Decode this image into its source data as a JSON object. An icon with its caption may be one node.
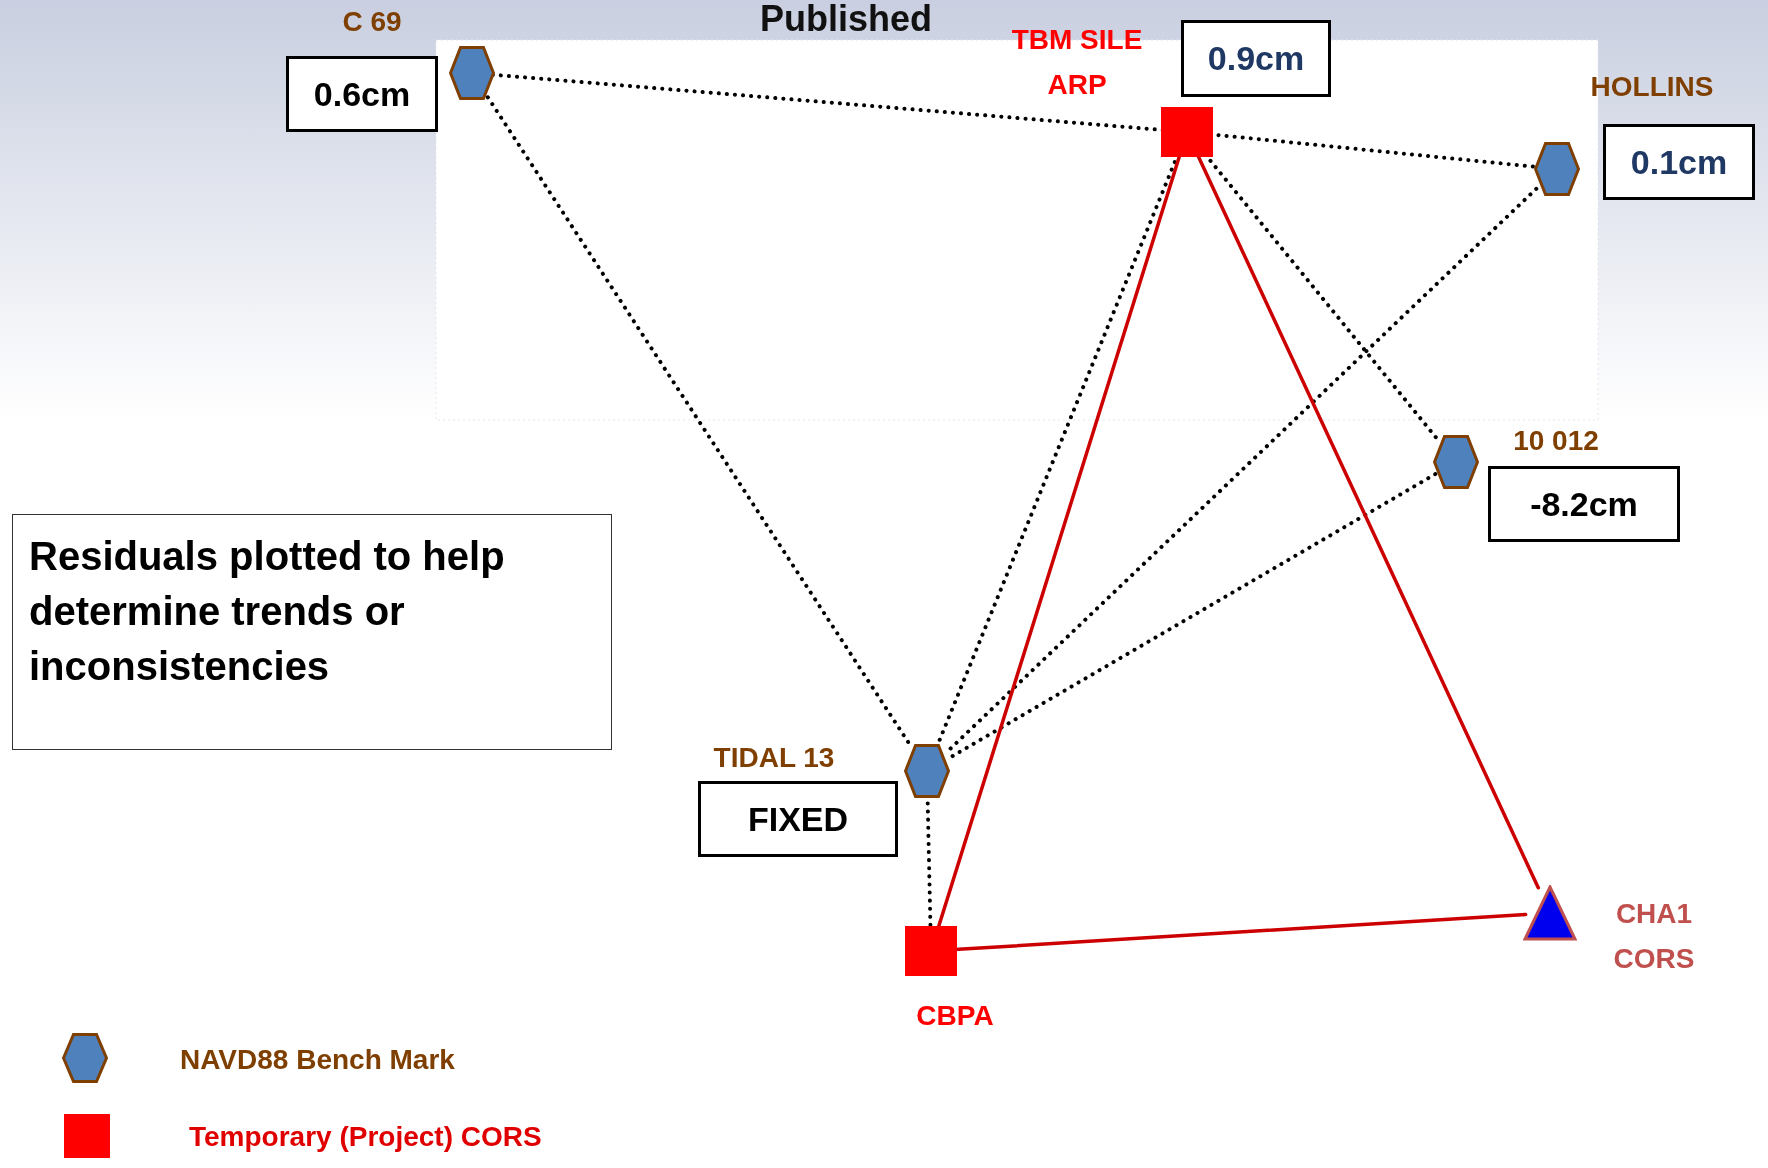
{
  "diagram": {
    "title": "Published",
    "nodes": [
      {
        "text": [],
        "shape": "hexagon"
      },
      {
        "text": [
          "0.6cm"
        ],
        "beside": [
          "C 69"
        ]
      },
      {
        "text": [],
        "shape": "box",
        "beside": [
          "TBM SILE ARP"
        ]
      },
      {
        "text": [
          "0.9cm"
        ]
      },
      {
        "text": [],
        "shape": "hexagon"
      },
      {
        "text": [
          "0.1cm"
        ],
        "beside": [
          "HOLLINS"
        ]
      },
      {
        "text": [],
        "shape": "hexagon"
      },
      {
        "text": [
          "-8.2cm"
        ],
        "beside": [
          "10 012"
        ]
      },
      {
        "text": [],
        "shape": "hexagon"
      },
      {
        "text": [
          "FIXED"
        ],
        "beside": [
          "TIDAL 13"
        ]
      },
      {
        "text": [],
        "shape": "box",
        "beside": [
          "CBPA"
        ]
      },
      {
        "text": [],
        "shape": "triangle",
        "beside": [
          "CHA1 CORS"
        ]
      },
      {
        "text": [
          "Residuals plotted to help determine trends or inconsistencies"
        ]
      }
    ],
    "edges": [
      {
        "from": 0,
        "to": 2,
        "arrow": "none",
        "style": "dashed"
      },
      {
        "from": 0,
        "to": 8,
        "arrow": "none",
        "style": "dashed"
      },
      {
        "from": 2,
        "to": 4,
        "arrow": "none",
        "style": "dashed"
      },
      {
        "from": 2,
        "to": 6,
        "arrow": "none",
        "style": "dashed"
      },
      {
        "from": 2,
        "to": 8,
        "arrow": "none",
        "style": "dashed"
      },
      {
        "from": 4,
        "to": 8,
        "arrow": "none",
        "style": "dashed"
      },
      {
        "from": 6,
        "to": 8,
        "arrow": "none",
        "style": "dashed"
      },
      {
        "from": 8,
        "to": 10,
        "arrow": "none",
        "style": "dashed"
      },
      {
        "from": 2,
        "to": 10,
        "arrow": "none",
        "color": "#cc0000"
      },
      {
        "from": 2,
        "to": 11,
        "arrow": "none",
        "color": "#cc0000"
      },
      {
        "from": 10,
        "to": 11,
        "arrow": "none",
        "color": "#cc0000"
      }
    ],
    "legend": [
      {
        "text": "NAVD88 Bench Mark",
        "color": "#4f81bd"
      },
      {
        "text": "Temporary (Project) CORS",
        "color": "#ff0000"
      }
    ]
  }
}
